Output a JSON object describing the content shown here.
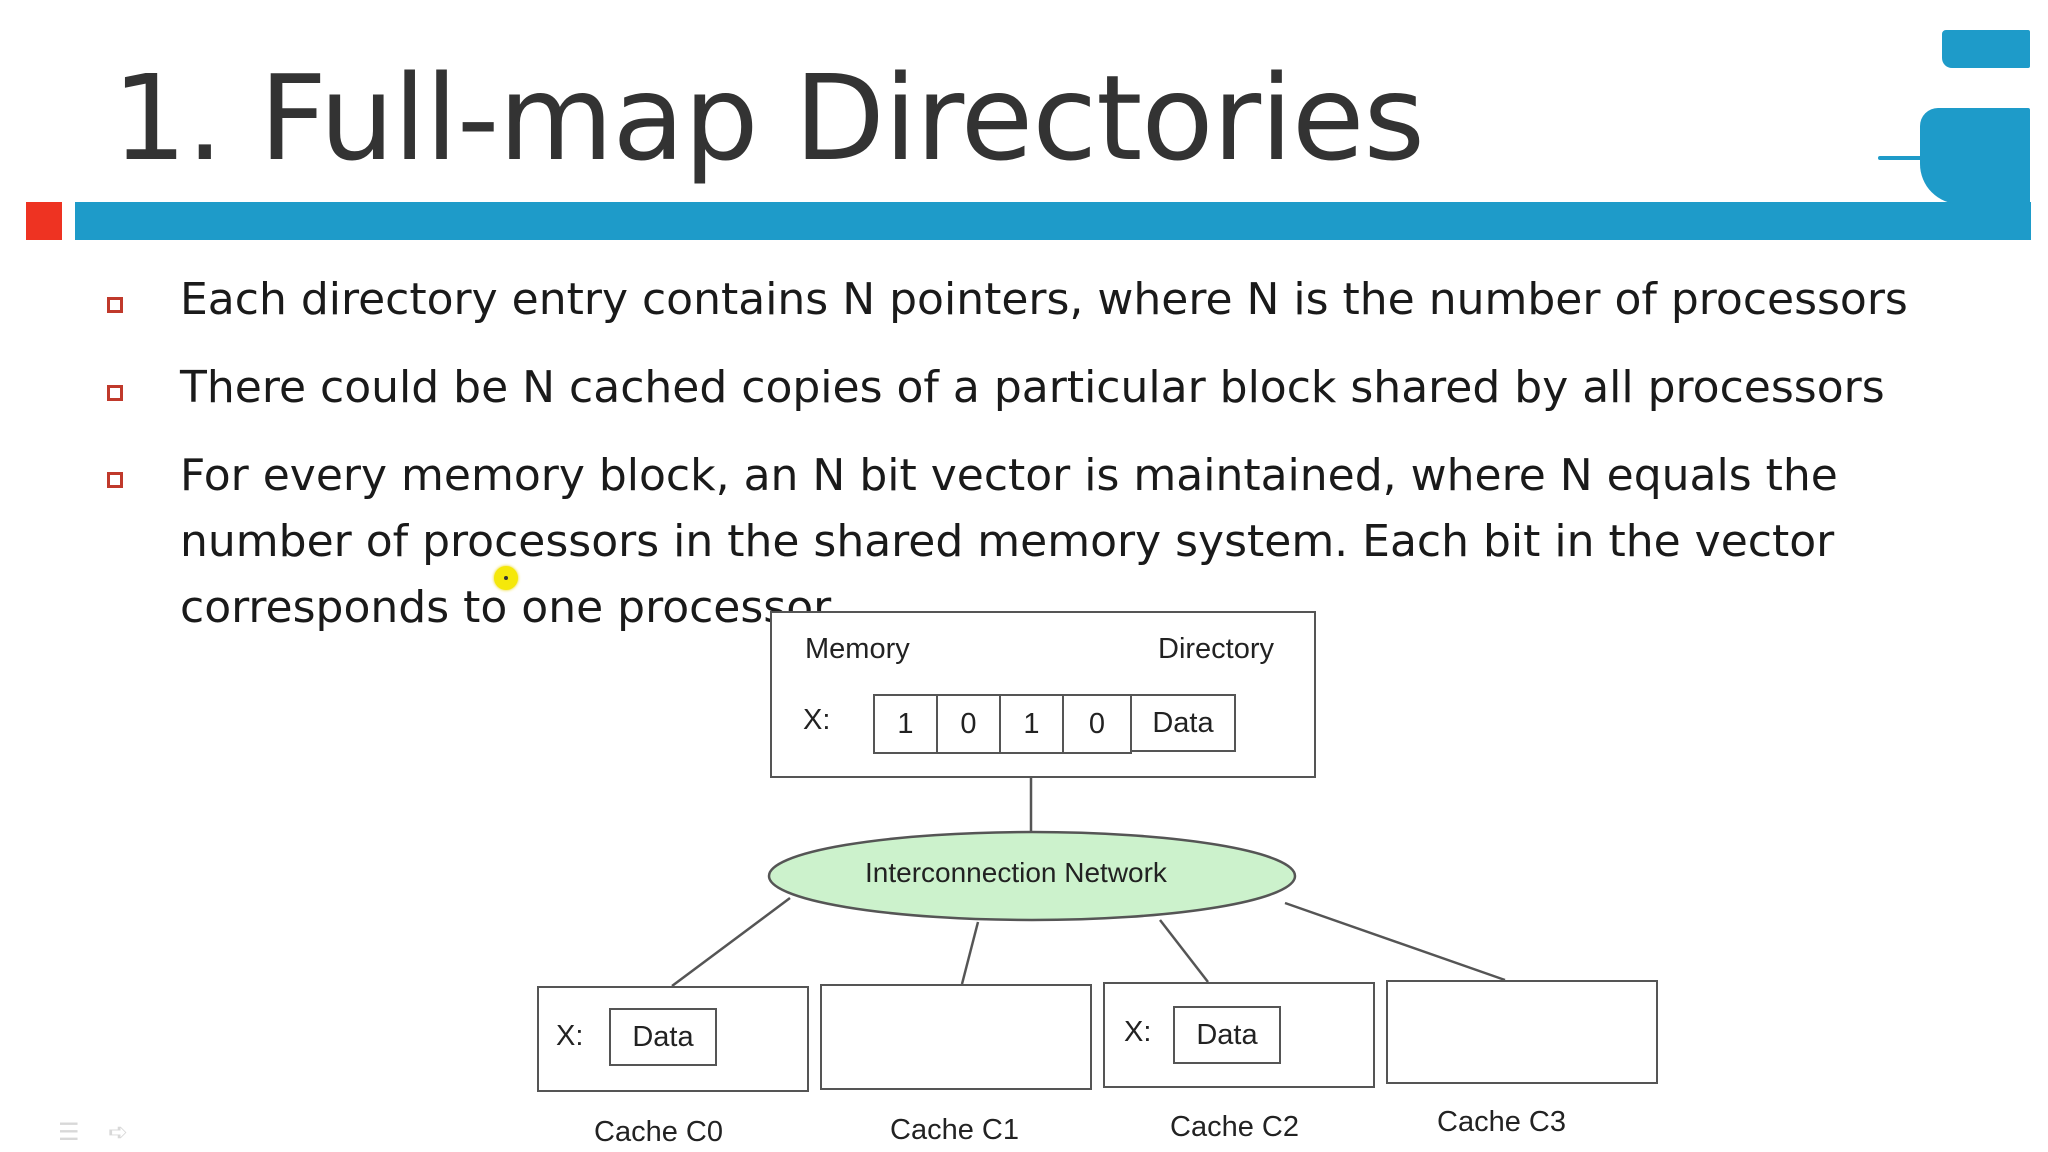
{
  "slide": {
    "title": "1. Full-map Directories",
    "bullets": [
      "Each directory entry contains N pointers, where N is the number of processors",
      "There could be N cached copies of a particular block shared by all processors",
      "For every memory block, an N bit vector is maintained, where N equals the number of processors in the shared memory system. Each bit in the vector corresponds to one processor"
    ],
    "colors": {
      "accent_bar": "#1e9bc9",
      "accent_square": "#ee3322",
      "network_ellipse": "#ccf2cc",
      "bullet_marker": "#c0392b",
      "cursor": "#f5e80a"
    }
  },
  "diagram": {
    "memory_label": "Memory",
    "directory_label": "Directory",
    "x_label": "X:",
    "bits": [
      "1",
      "0",
      "1",
      "0"
    ],
    "data_label": "Data",
    "network_label": "Interconnection Network",
    "caches": [
      {
        "name": "Cache C0",
        "x_label": "X:",
        "data": "Data"
      },
      {
        "name": "Cache C1",
        "x_label": "",
        "data": ""
      },
      {
        "name": "Cache C2",
        "x_label": "X:",
        "data": "Data"
      },
      {
        "name": "Cache C3",
        "x_label": "",
        "data": ""
      }
    ]
  },
  "controls": {
    "icons": [
      "menu-icon",
      "forward-arrow-icon"
    ]
  }
}
